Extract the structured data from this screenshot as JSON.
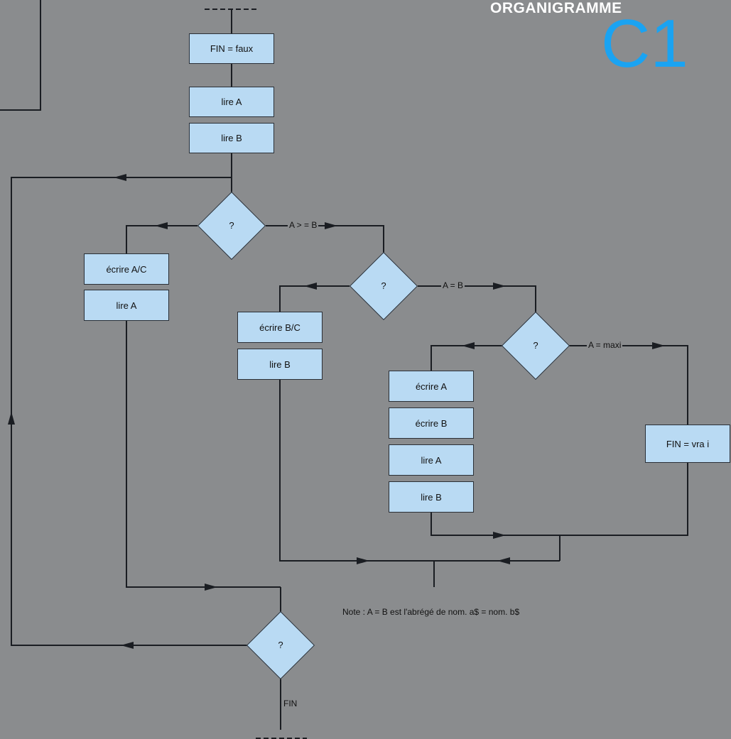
{
  "header": {
    "title": "ORGANIGRAMME",
    "code": "C1"
  },
  "boxes": {
    "fin_faux": "FIN = faux",
    "lire_a_1": "lire A",
    "lire_b_1": "lire B",
    "ecrire_ac": "écrire A/C",
    "lire_a_2": "lire A",
    "ecrire_bc": "écrire B/C",
    "lire_b_2": "lire B",
    "ecrire_a": "écrire A",
    "ecrire_b": "écrire B",
    "lire_a_3": "lire A",
    "lire_b_3": "lire B",
    "fin_vrai": "FIN = vra i"
  },
  "decisions": {
    "d1": "?",
    "d2": "?",
    "d3": "?",
    "d4": "?"
  },
  "labels": {
    "a_ge_b": "A > = B",
    "a_eq_b": "A = B",
    "a_eq_maxi": "A = maxi",
    "fin": "FIN"
  },
  "note": "Note : A = B est l'abrégé de nom. a$ = nom. b$",
  "colors": {
    "background": "#8a8c8e",
    "box_fill": "#b9daf3",
    "line": "#1a1d22",
    "accent": "#1aa3f2"
  }
}
